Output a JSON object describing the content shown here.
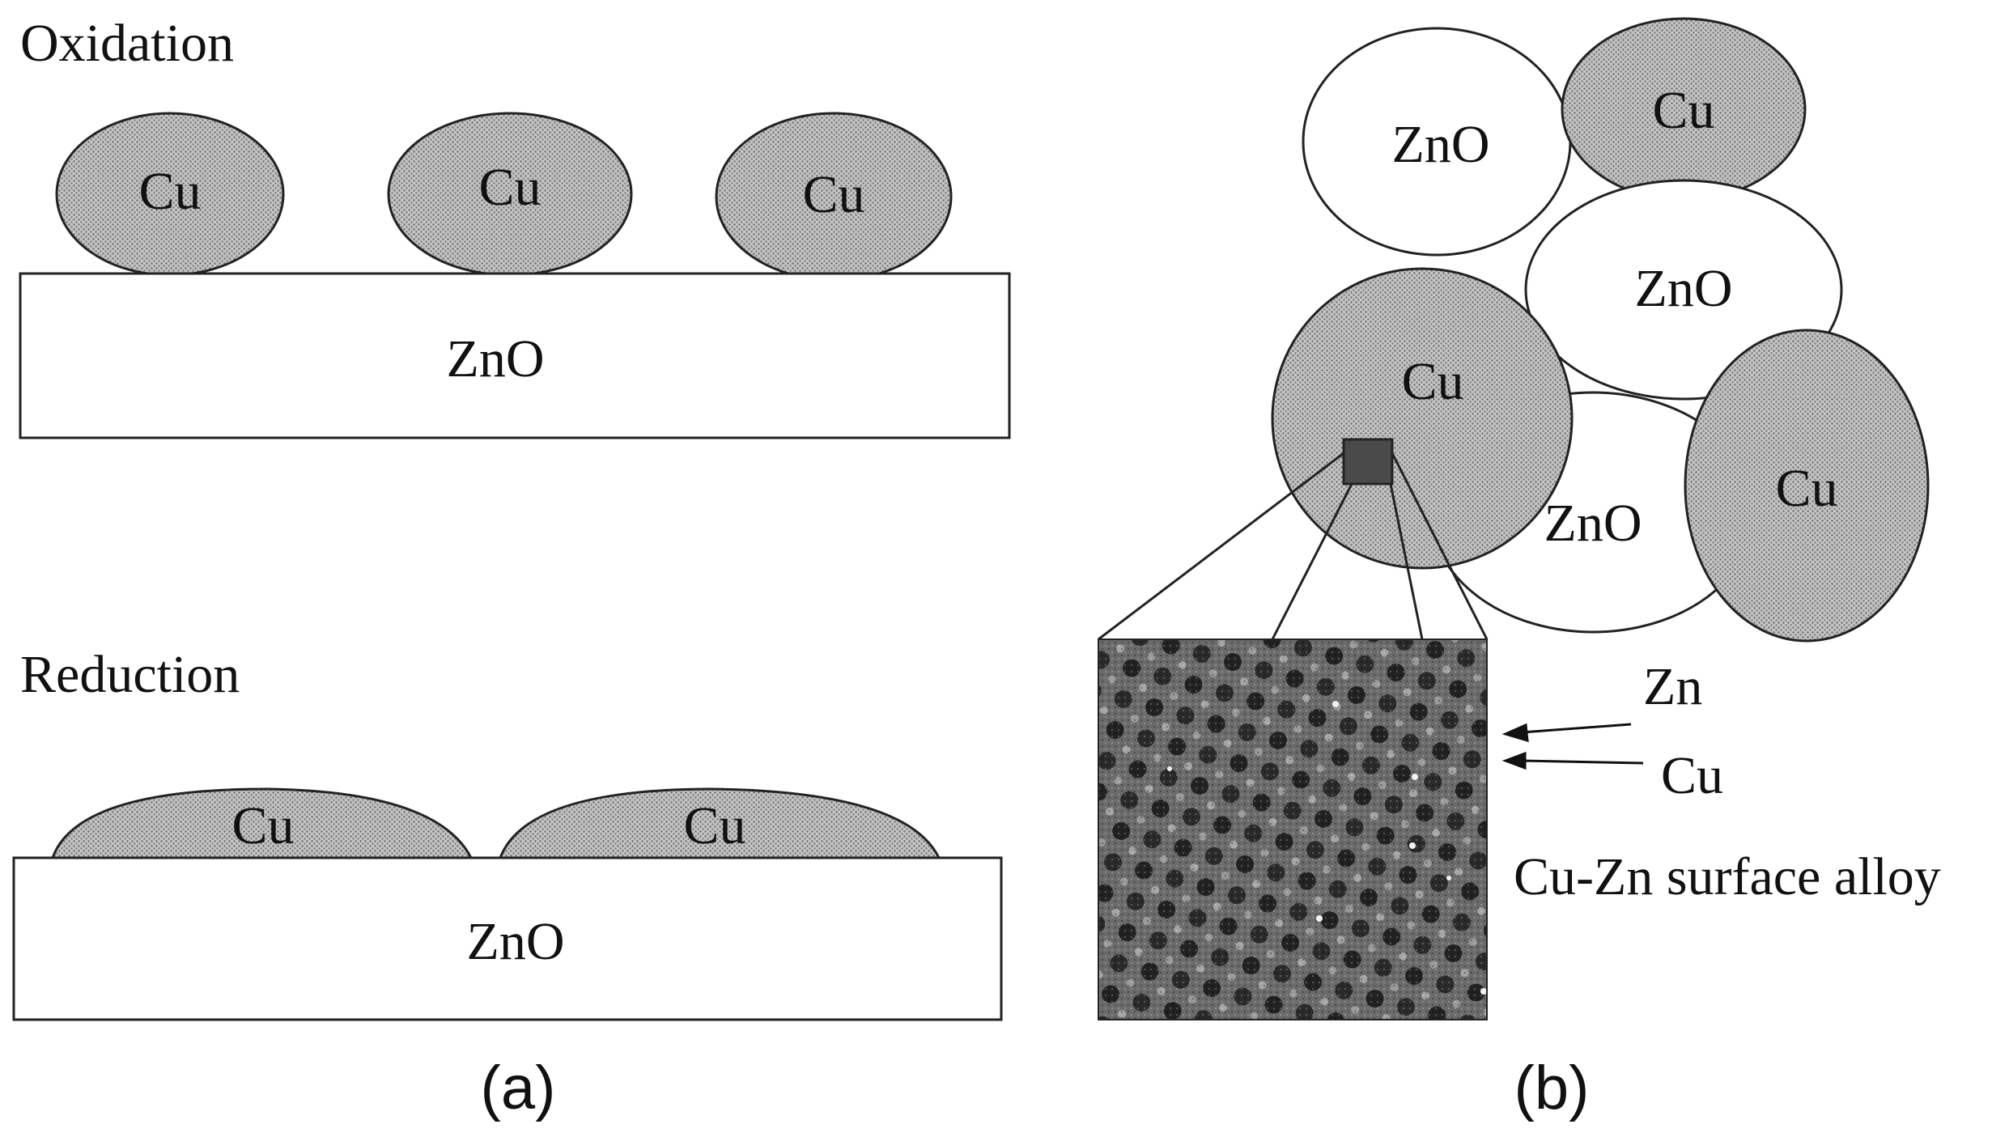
{
  "colors": {
    "cu_fill": "#bdbdbd",
    "zno_fill": "#ffffff",
    "stroke": "#222222",
    "alloy_dark": "#3a3a3a",
    "text": "#111111"
  },
  "panel_a": {
    "oxidation": {
      "title": "Oxidation",
      "particles": [
        "Cu",
        "Cu",
        "Cu"
      ],
      "support": "ZnO"
    },
    "reduction": {
      "title": "Reduction",
      "particles": [
        "Cu",
        "Cu"
      ],
      "support": "ZnO"
    },
    "label": "(a)"
  },
  "panel_b": {
    "particles": {
      "zno_1": "ZnO",
      "cu_1": "Cu",
      "zno_2": "ZnO",
      "cu_big": "Cu",
      "zno_3": "ZnO",
      "cu_2": "Cu"
    },
    "inset": {
      "zn_label": "Zn",
      "cu_label": "Cu",
      "caption": "Cu-Zn surface alloy"
    },
    "label": "(b)"
  }
}
